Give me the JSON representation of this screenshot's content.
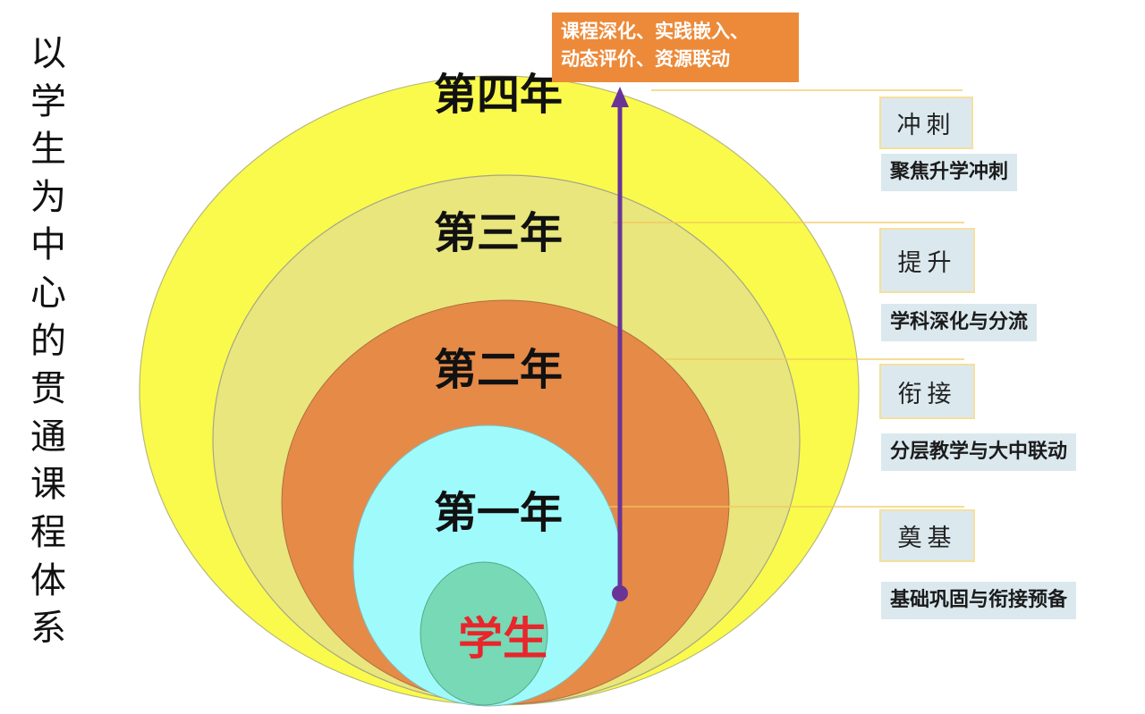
{
  "title_vertical": "以学生为中心的贯通课程体系",
  "top_box": "课程深化、实践嵌入、\n动态评价、资源联动",
  "center_label": "学生",
  "years": [
    "第四年",
    "第三年",
    "第二年",
    "第一年"
  ],
  "stages": [
    {
      "tag": "冲刺",
      "desc": "聚焦升学冲刺"
    },
    {
      "tag": "提升",
      "desc": "学科深化与分流"
    },
    {
      "tag": "衔接",
      "desc": "分层教学与大中联动"
    },
    {
      "tag": "奠基",
      "desc": "基础巩固与衔接预备"
    }
  ],
  "colors": {
    "year4_ring": "#fafa4c",
    "year3_ring": "#e8e67d",
    "year2_ring": "#e68a48",
    "year1_ring": "#9ffbfb",
    "student_core": "#77d9b6",
    "arrow": "#6a3497",
    "top_box": "#ec8a3a",
    "center_text": "#e8262b"
  }
}
